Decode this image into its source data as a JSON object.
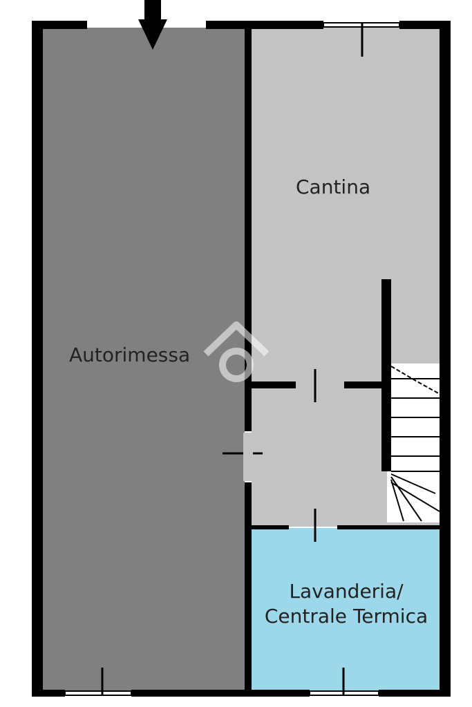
{
  "rooms": {
    "garage": {
      "label": "Autorimessa",
      "fill": "#808080"
    },
    "cellar": {
      "label": "Cantina",
      "fill": "#c3c3c3"
    },
    "hall": {
      "fill": "#c3c3c3"
    },
    "laundry": {
      "label_line1": "Lavanderia/",
      "label_line2": "Centrale Termica",
      "fill": "#9dd7ea"
    }
  },
  "colors": {
    "wall": "#000000",
    "background": "#ffffff",
    "watermark": "#ffffff"
  },
  "icons": {
    "entrance": "arrow-down-icon",
    "watermark": "logo-watermark-icon",
    "stairs": "staircase-icon"
  }
}
